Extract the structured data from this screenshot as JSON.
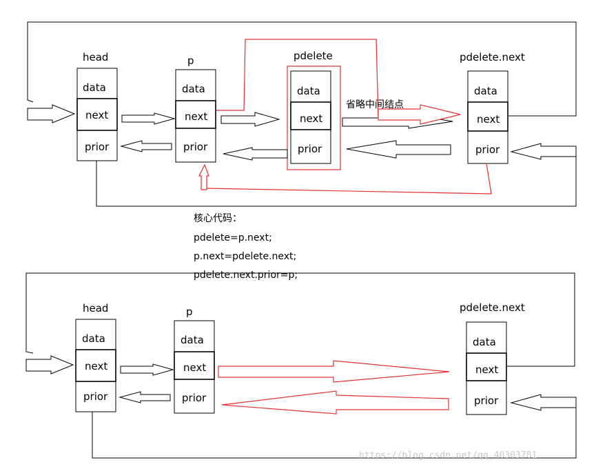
{
  "diagram1": {
    "nodes": {
      "head": {
        "title": "head",
        "fields": [
          "data",
          "next",
          "prior"
        ]
      },
      "p": {
        "title": "p",
        "fields": [
          "data",
          "next",
          "prior"
        ]
      },
      "pdelete": {
        "title": "pdelete",
        "fields": [
          "data",
          "next",
          "prior"
        ]
      },
      "pdelete_next": {
        "title": "pdelete.next",
        "fields": [
          "data",
          "next",
          "prior"
        ]
      }
    },
    "note": "省略中间结点"
  },
  "code": {
    "title": "核心代码：",
    "lines": [
      "pdelete=p.next;",
      "p.next=pdelete.next;",
      "pdelete.next.prior=p;"
    ]
  },
  "diagram2": {
    "nodes": {
      "head": {
        "title": "head",
        "fields": [
          "data",
          "next",
          "prior"
        ]
      },
      "p": {
        "title": "p",
        "fields": [
          "data",
          "next",
          "prior"
        ]
      },
      "pdelete_next": {
        "title": "pdelete.next",
        "fields": [
          "data",
          "next",
          "prior"
        ]
      }
    }
  },
  "watermark": "https://blog.csdn.net/qq_40303781",
  "colors": {
    "ink": "#000000",
    "highlight": "#e03030",
    "watermark": "#c9c9c9"
  }
}
